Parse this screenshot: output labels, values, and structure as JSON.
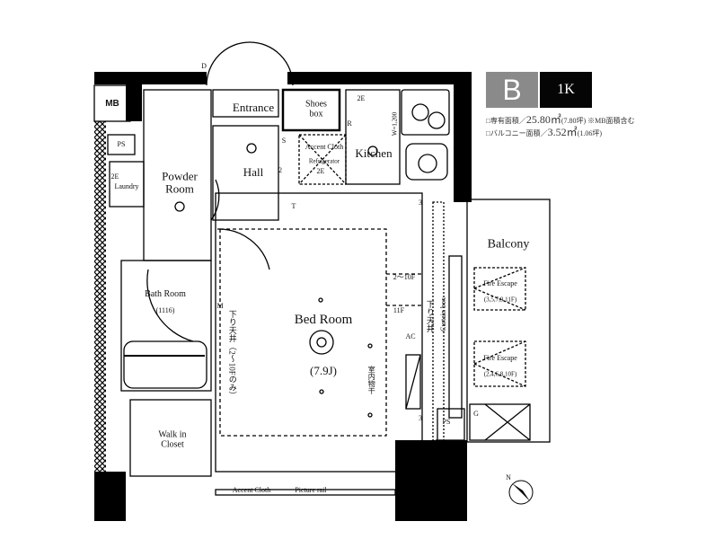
{
  "header": {
    "type_label": "B",
    "layout_label": "1K",
    "area_line1_prefix": "□専有面積／",
    "area_line1_value": "25.80㎡",
    "area_line1_suffix": "(7.80坪) ※MB面積含む",
    "area_line2_prefix": "□バルコニー面積／",
    "area_line2_value": "3.52㎡",
    "area_line2_suffix": "(1.06坪)"
  },
  "rooms": {
    "mb": "MB",
    "ps_left": "PS",
    "laundry": "Laundry",
    "laundry_2e": "2E",
    "powder": "Powder Room",
    "entrance": "Entrance",
    "shoes_box": "Shoes box",
    "hall": "Hall",
    "s_mark": "S",
    "r_mark": "R",
    "kitchen": "Kitchen",
    "accent_cloth_top": "Accent Cloth",
    "refrigerator": "Refrigerator",
    "kitchen_2e": "2E",
    "fridge_2e": "2E",
    "hall_2": "2",
    "kitchen_width": "W=1,200",
    "bath": "Bath Room",
    "bath_size": "(1116)",
    "closet": "Walk in Closet",
    "bedroom": "Bed Room",
    "bedroom_size": "(7.9J)",
    "ceiling_drop_left": "下り天井（2～10Fのみ）",
    "ceiling_drop_right": "下り天井",
    "indoor_drying": "室内物干",
    "floor_2_10": "2～10F",
    "floor_11": "11F",
    "curtain_box": "Curtain box",
    "ac": "AC",
    "outlet_3a": "3",
    "outlet_3b": "3",
    "ps_right": "PS",
    "gas": "G",
    "balcony": "Balcony",
    "fire_escape_1": "Fire Escape",
    "fire_escape_1_floors": "(3,5,7,9,11F)",
    "fire_escape_2": "Fire Escape",
    "fire_escape_2_floors": "(2,4,6,8,10F)",
    "accent_cloth_bottom": "Accent Cloth",
    "picture_rail": "Picture rail",
    "t_mark": "T",
    "m_mark": "M",
    "d_mark": "D",
    "compass_n": "N"
  }
}
